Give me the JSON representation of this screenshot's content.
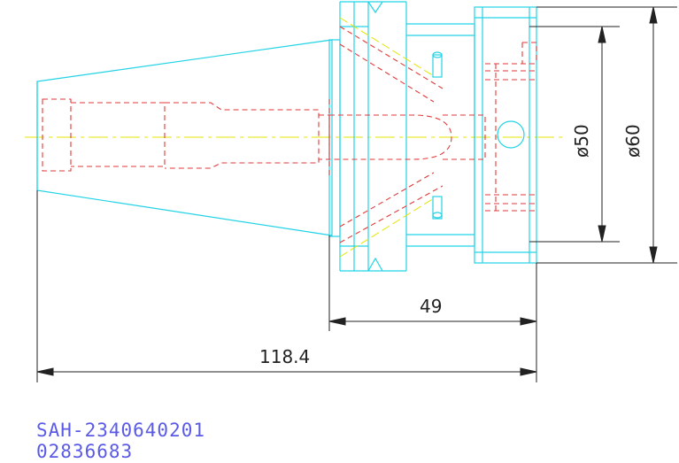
{
  "colors": {
    "outline": "#22d3e6",
    "hidden": "#e23a3a",
    "center": "#e6e600",
    "dimension": "#222222",
    "code": "#5a5ae6"
  },
  "dimensions": {
    "dia_small": "ø50",
    "dia_large": "ø60",
    "flange_length": "49",
    "overall_length": "118.4"
  },
  "part": {
    "code": "SAH-2340640201",
    "number": "02836683"
  }
}
